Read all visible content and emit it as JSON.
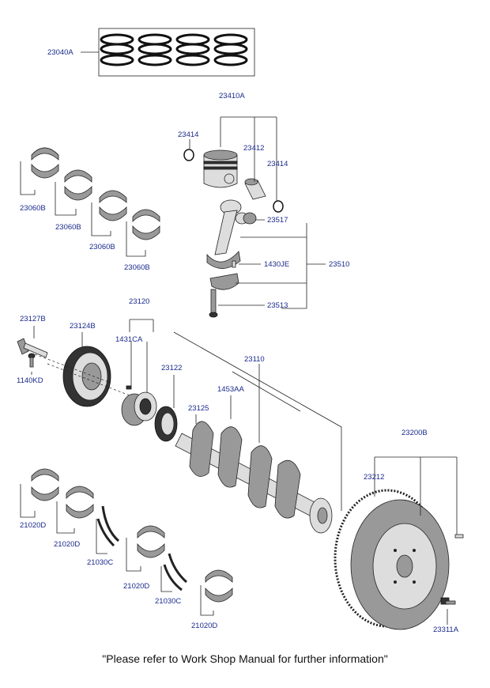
{
  "labels": {
    "piston_ring_set": "23040A",
    "piston_assembly": "23410A",
    "snap_ring_left": "23414",
    "piston_pin": "23412",
    "snap_ring_right": "23414",
    "bearing_set_1": "23060B",
    "bearing_set_2": "23060B",
    "bearing_set_3": "23060B",
    "bearing_set_4": "23060B",
    "bushing": "23517",
    "pin": "1430JE",
    "connecting_rod_assembly": "23510",
    "rod_bolt": "23513",
    "crank_pulley_bolt": "23127B",
    "damper_pulley": "23124B",
    "sprocket_assembly": "23120",
    "sprocket_key": "1431CA",
    "pulley_bolt_small": "1140KD",
    "gear": "23122",
    "crankshaft": "23110",
    "crank_key": "1453AA",
    "key_23125": "23125",
    "flywheel_assembly": "23200B",
    "ring_gear": "23212",
    "flywheel_bolt": "23311A",
    "main_bearing_1": "21020D",
    "main_bearing_2": "21020D",
    "thrust_washer_1": "21030C",
    "main_bearing_3": "21020D",
    "thrust_washer_2": "21030C",
    "main_bearing_4": "21020D"
  },
  "footer_note": "\"Please refer to Work Shop Manual for further information\"",
  "colors": {
    "label": "#1a2a8c",
    "line": "#222222"
  }
}
